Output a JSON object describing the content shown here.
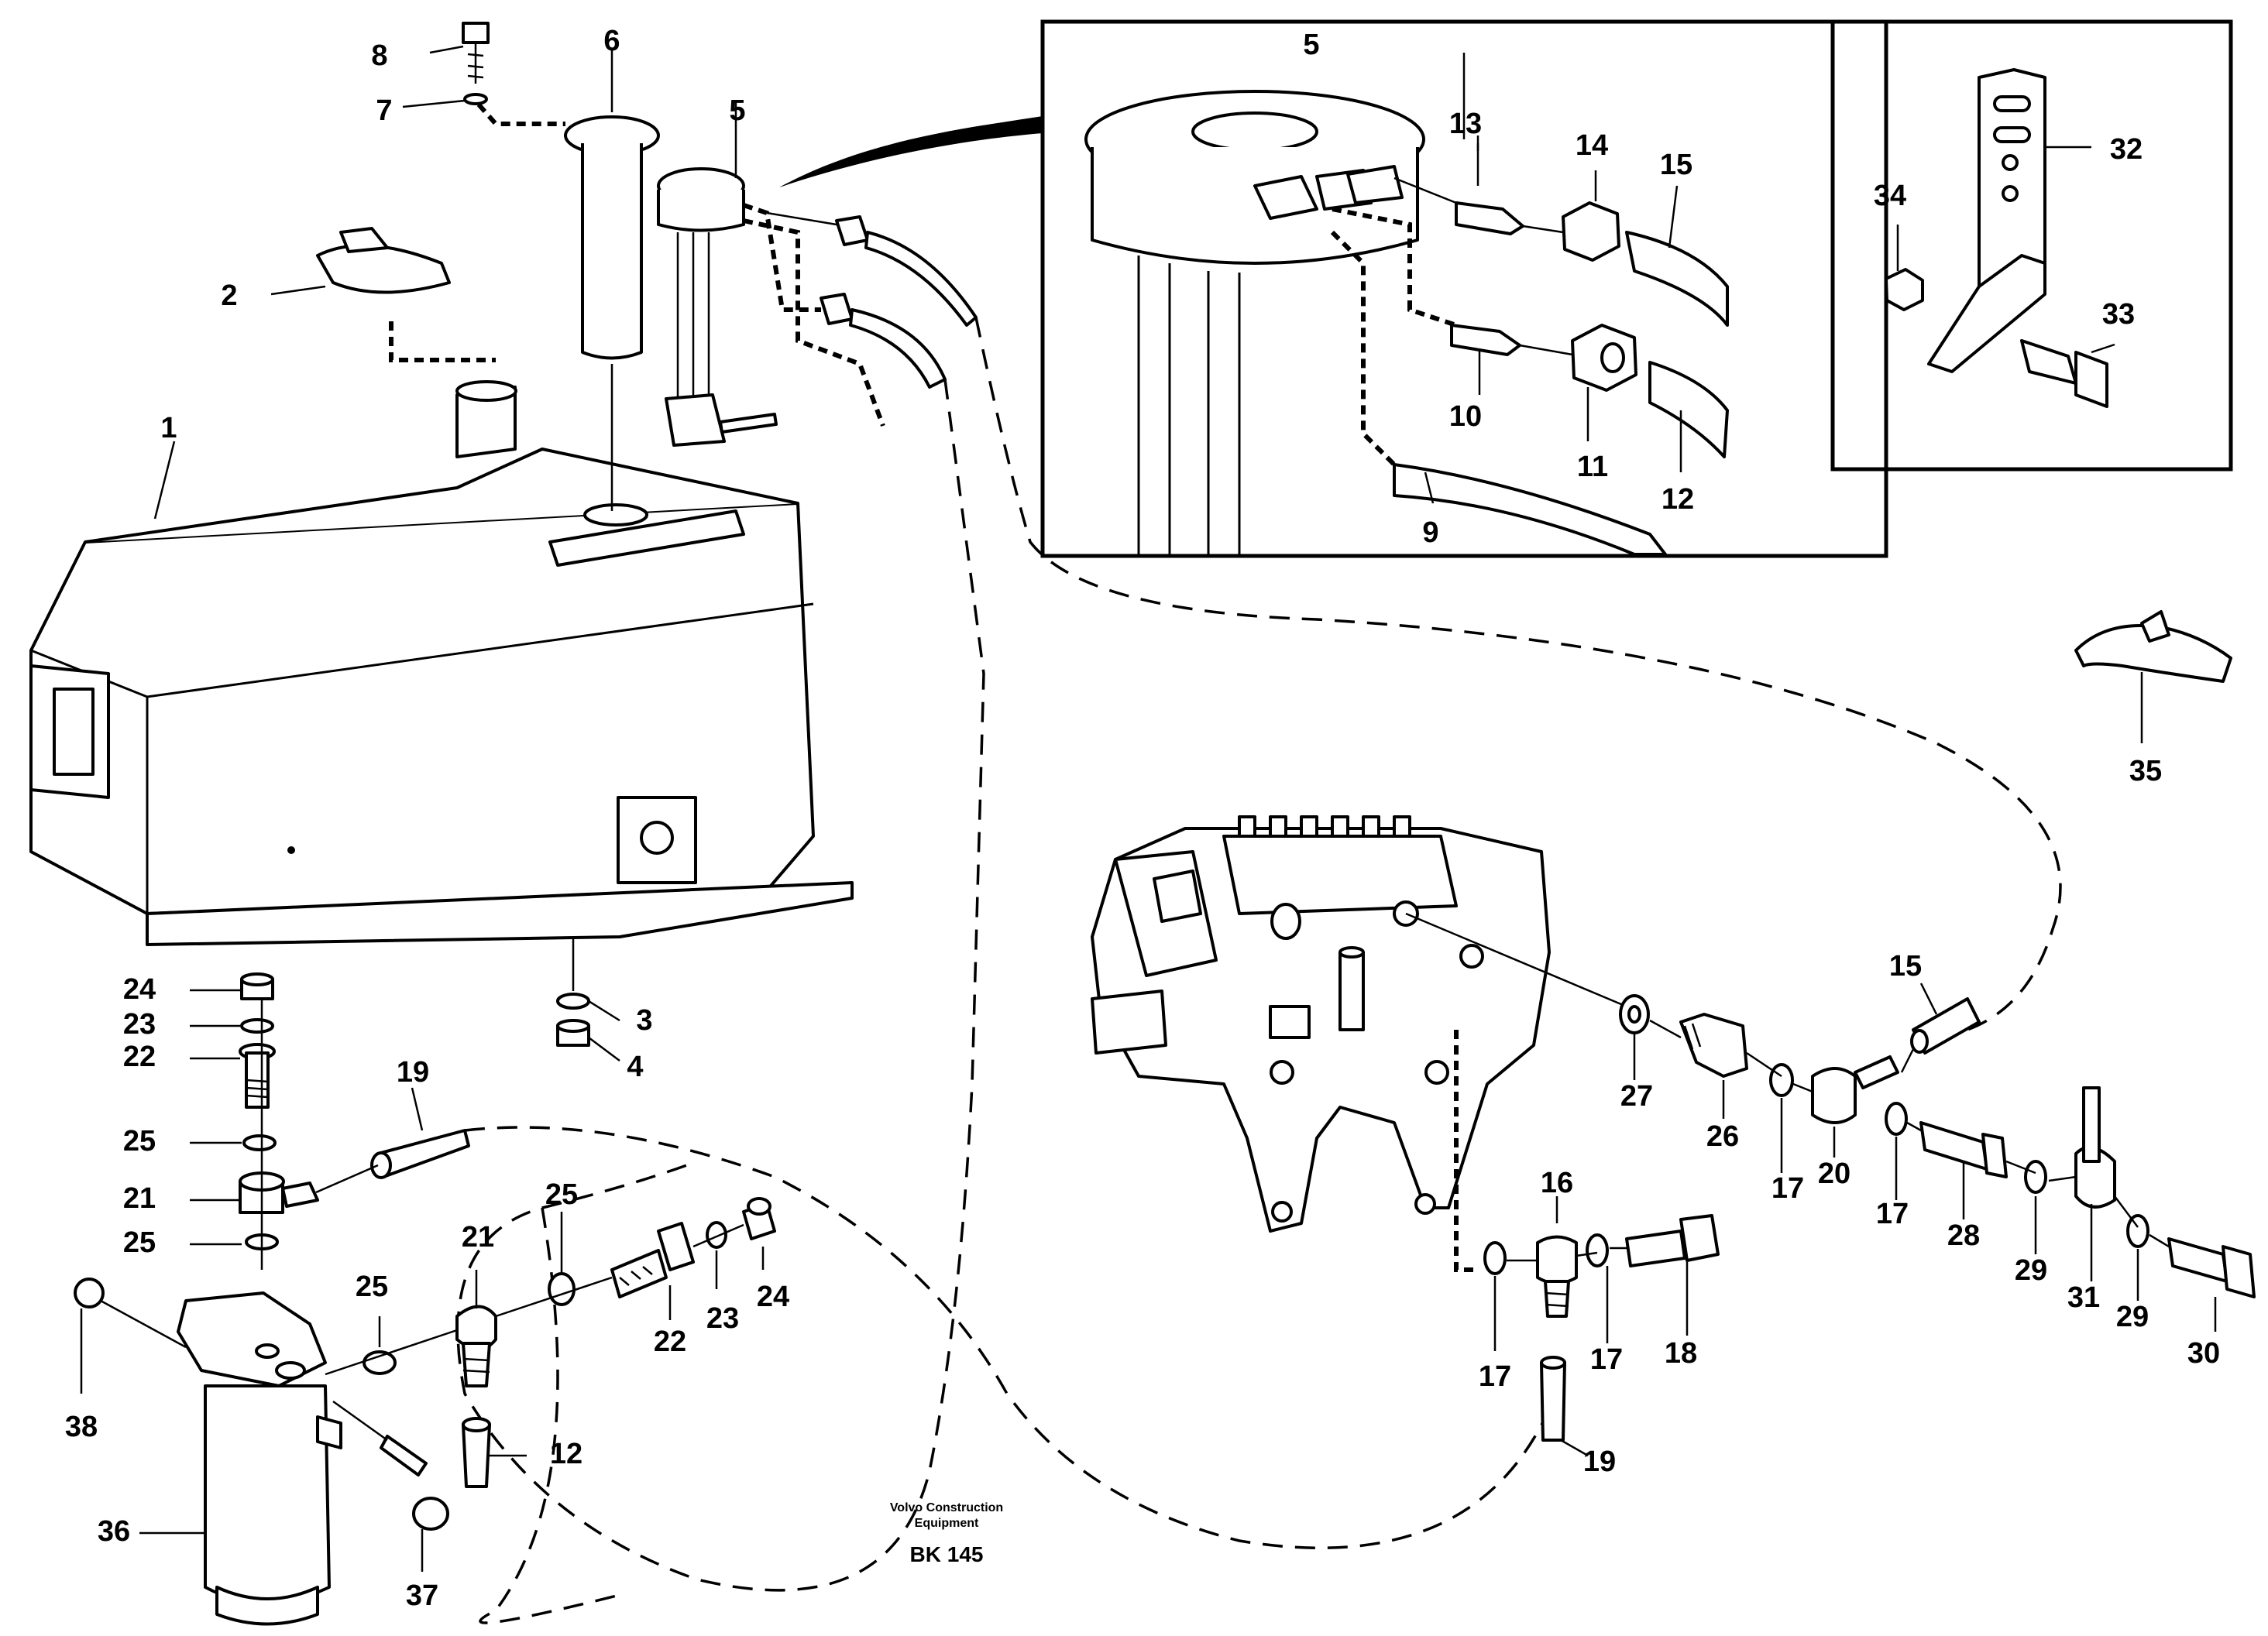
{
  "labels": {
    "p1": "1",
    "p2": "2",
    "p3": "3",
    "p4": "4",
    "p5": "5",
    "p5_detail": "5",
    "p6": "6",
    "p7": "7",
    "p8": "8",
    "p9": "9",
    "p10": "10",
    "p11": "11",
    "p12_detail": "12",
    "p12": "12",
    "p13": "13",
    "p14": "14",
    "p15_detail": "15",
    "p15": "15",
    "p16": "16",
    "p17_a": "17",
    "p17_b": "17",
    "p17_c": "17",
    "p17_d": "17",
    "p18": "18",
    "p19_a": "19",
    "p19_b": "19",
    "p20": "20",
    "p21_a": "21",
    "p21_b": "21",
    "p22_a": "22",
    "p22_b": "22",
    "p23_a": "23",
    "p23_b": "23",
    "p24_a": "24",
    "p24_b": "24",
    "p25_a": "25",
    "p25_b": "25",
    "p25_c": "25",
    "p25_d": "25",
    "p26": "26",
    "p27": "27",
    "p28": "28",
    "p29_a": "29",
    "p29_b": "29",
    "p30": "30",
    "p31": "31",
    "p32": "32",
    "p33": "33",
    "p34": "34",
    "p35": "35",
    "p36": "36",
    "p37": "37",
    "p38": "38"
  },
  "footer": {
    "brand_line1": "Volvo Construction",
    "brand_line2": "Equipment",
    "figure_code": "BK 145"
  }
}
